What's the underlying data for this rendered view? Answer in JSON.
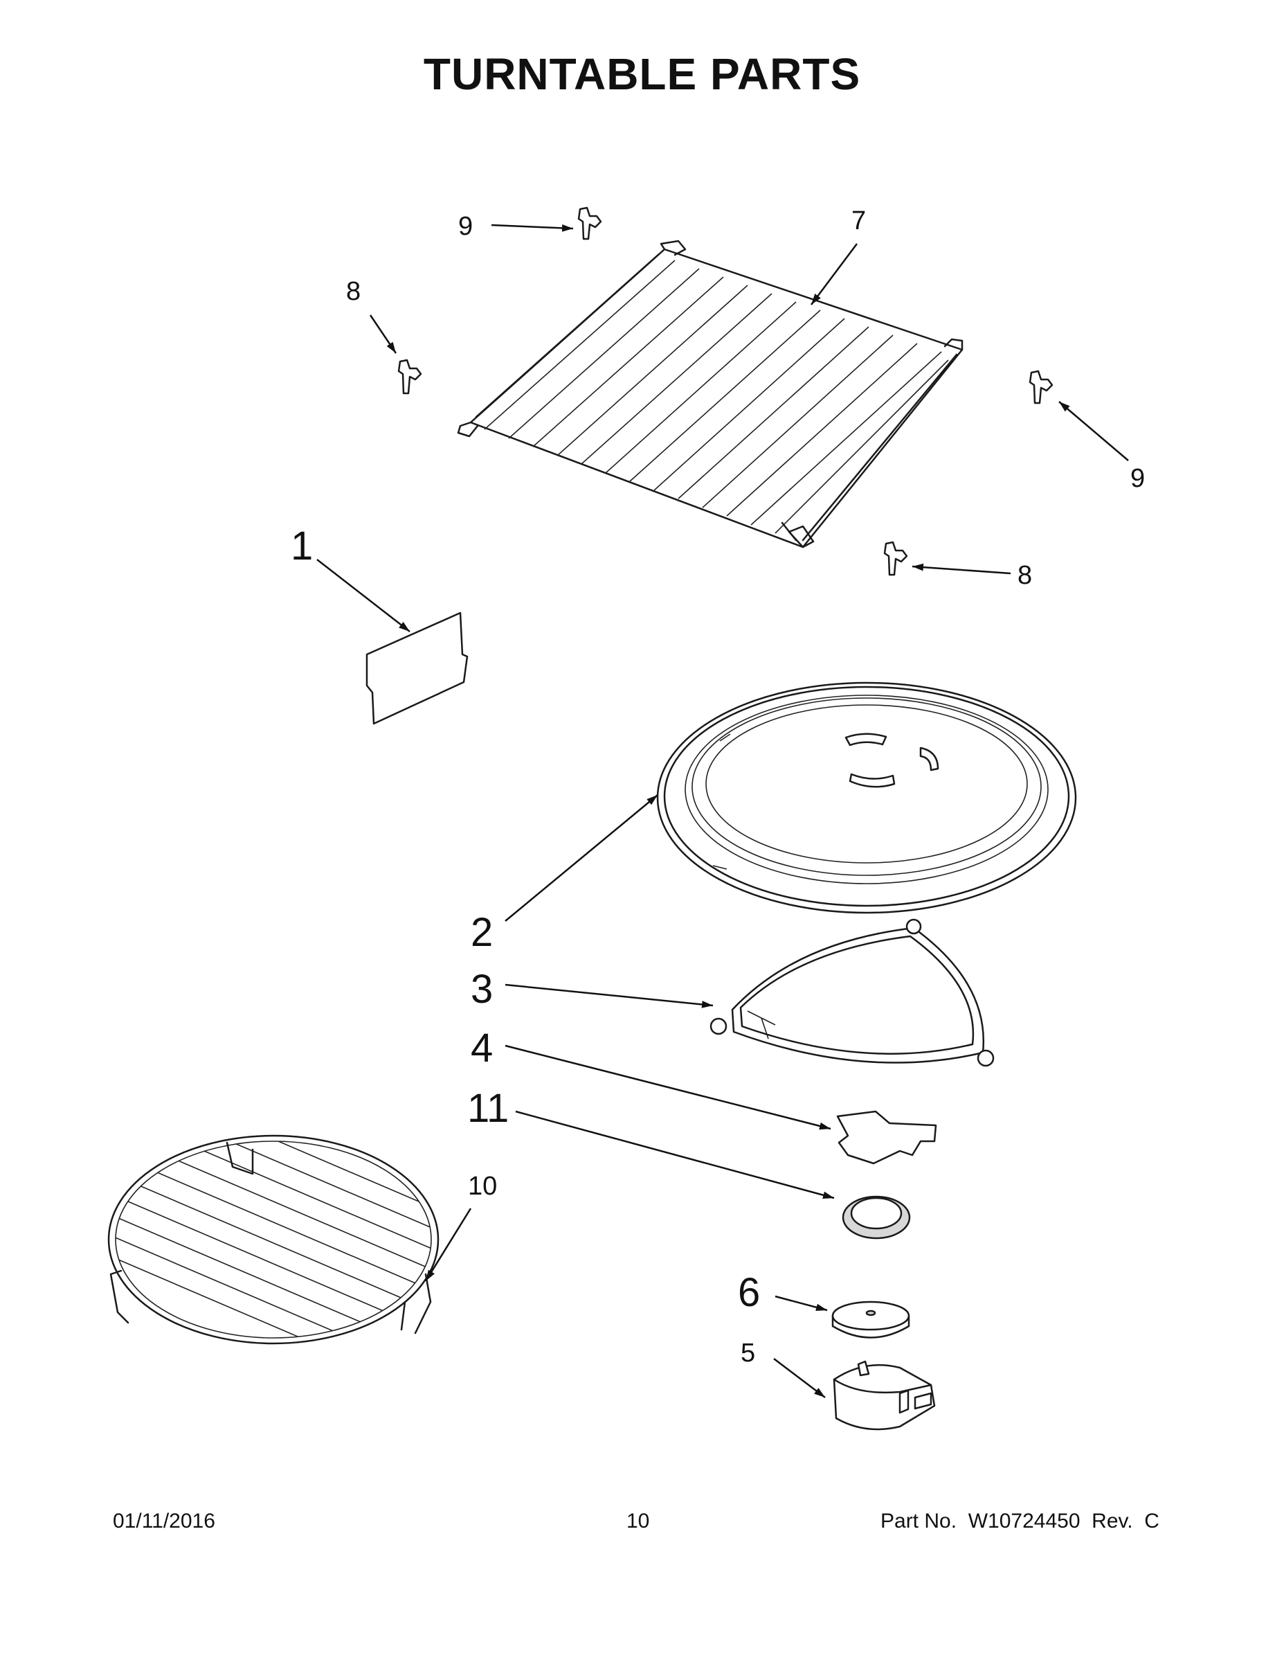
{
  "page": {
    "title": "TURNTABLE PARTS"
  },
  "callouts": [
    {
      "id": "c9a",
      "label": "9"
    },
    {
      "id": "c7",
      "label": "7"
    },
    {
      "id": "c8a",
      "label": "8"
    },
    {
      "id": "c9b",
      "label": "9"
    },
    {
      "id": "c1",
      "label": "1"
    },
    {
      "id": "c8b",
      "label": "8"
    },
    {
      "id": "c2",
      "label": "2"
    },
    {
      "id": "c3",
      "label": "3"
    },
    {
      "id": "c4",
      "label": "4"
    },
    {
      "id": "c11",
      "label": "11"
    },
    {
      "id": "c10",
      "label": "10"
    },
    {
      "id": "c6",
      "label": "6"
    },
    {
      "id": "c5",
      "label": "5"
    }
  ],
  "footer": {
    "date": "01/11/2016",
    "page_number": "10",
    "part_number": "Part No.  W10724450  Rev.  C"
  }
}
